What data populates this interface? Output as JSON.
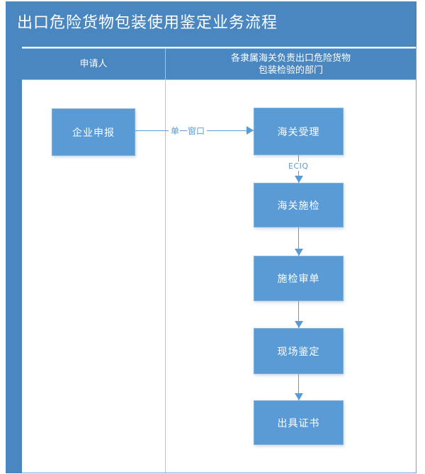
{
  "title": "出口危险货物包装使用鉴定业务流程",
  "colors": {
    "title_bar": "#4A86C0",
    "node_fill": "#5B9BD5",
    "connector": "#5B9BD5",
    "text_on_blue": "#FFFFFF",
    "lane_divider": "#A8C8E6"
  },
  "lanes": [
    {
      "id": "applicant",
      "header": "申请人"
    },
    {
      "id": "customs-dept",
      "header": "各隶属海关负责出口危险货物\n包装检验的部门"
    }
  ],
  "nodes": [
    {
      "id": "apply",
      "label": "企业申报",
      "lane": "applicant"
    },
    {
      "id": "accept",
      "label": "海关受理",
      "lane": "customs-dept"
    },
    {
      "id": "inspect",
      "label": "海关施检",
      "lane": "customs-dept"
    },
    {
      "id": "review",
      "label": "施检审单",
      "lane": "customs-dept"
    },
    {
      "id": "onsite",
      "label": "现场鉴定",
      "lane": "customs-dept"
    },
    {
      "id": "cert",
      "label": "出具证书",
      "lane": "customs-dept"
    }
  ],
  "edges": [
    {
      "id": "apply-to-accept",
      "from": "apply",
      "to": "accept",
      "label": "单一窗口",
      "direction": "right"
    },
    {
      "id": "accept-to-inspect",
      "from": "accept",
      "to": "inspect",
      "label": "ECIQ",
      "direction": "down"
    },
    {
      "id": "inspect-to-review",
      "from": "inspect",
      "to": "review",
      "label": "",
      "direction": "down"
    },
    {
      "id": "review-to-onsite",
      "from": "review",
      "to": "onsite",
      "label": "",
      "direction": "down"
    },
    {
      "id": "onsite-to-cert",
      "from": "onsite",
      "to": "cert",
      "label": "",
      "direction": "down"
    }
  ]
}
